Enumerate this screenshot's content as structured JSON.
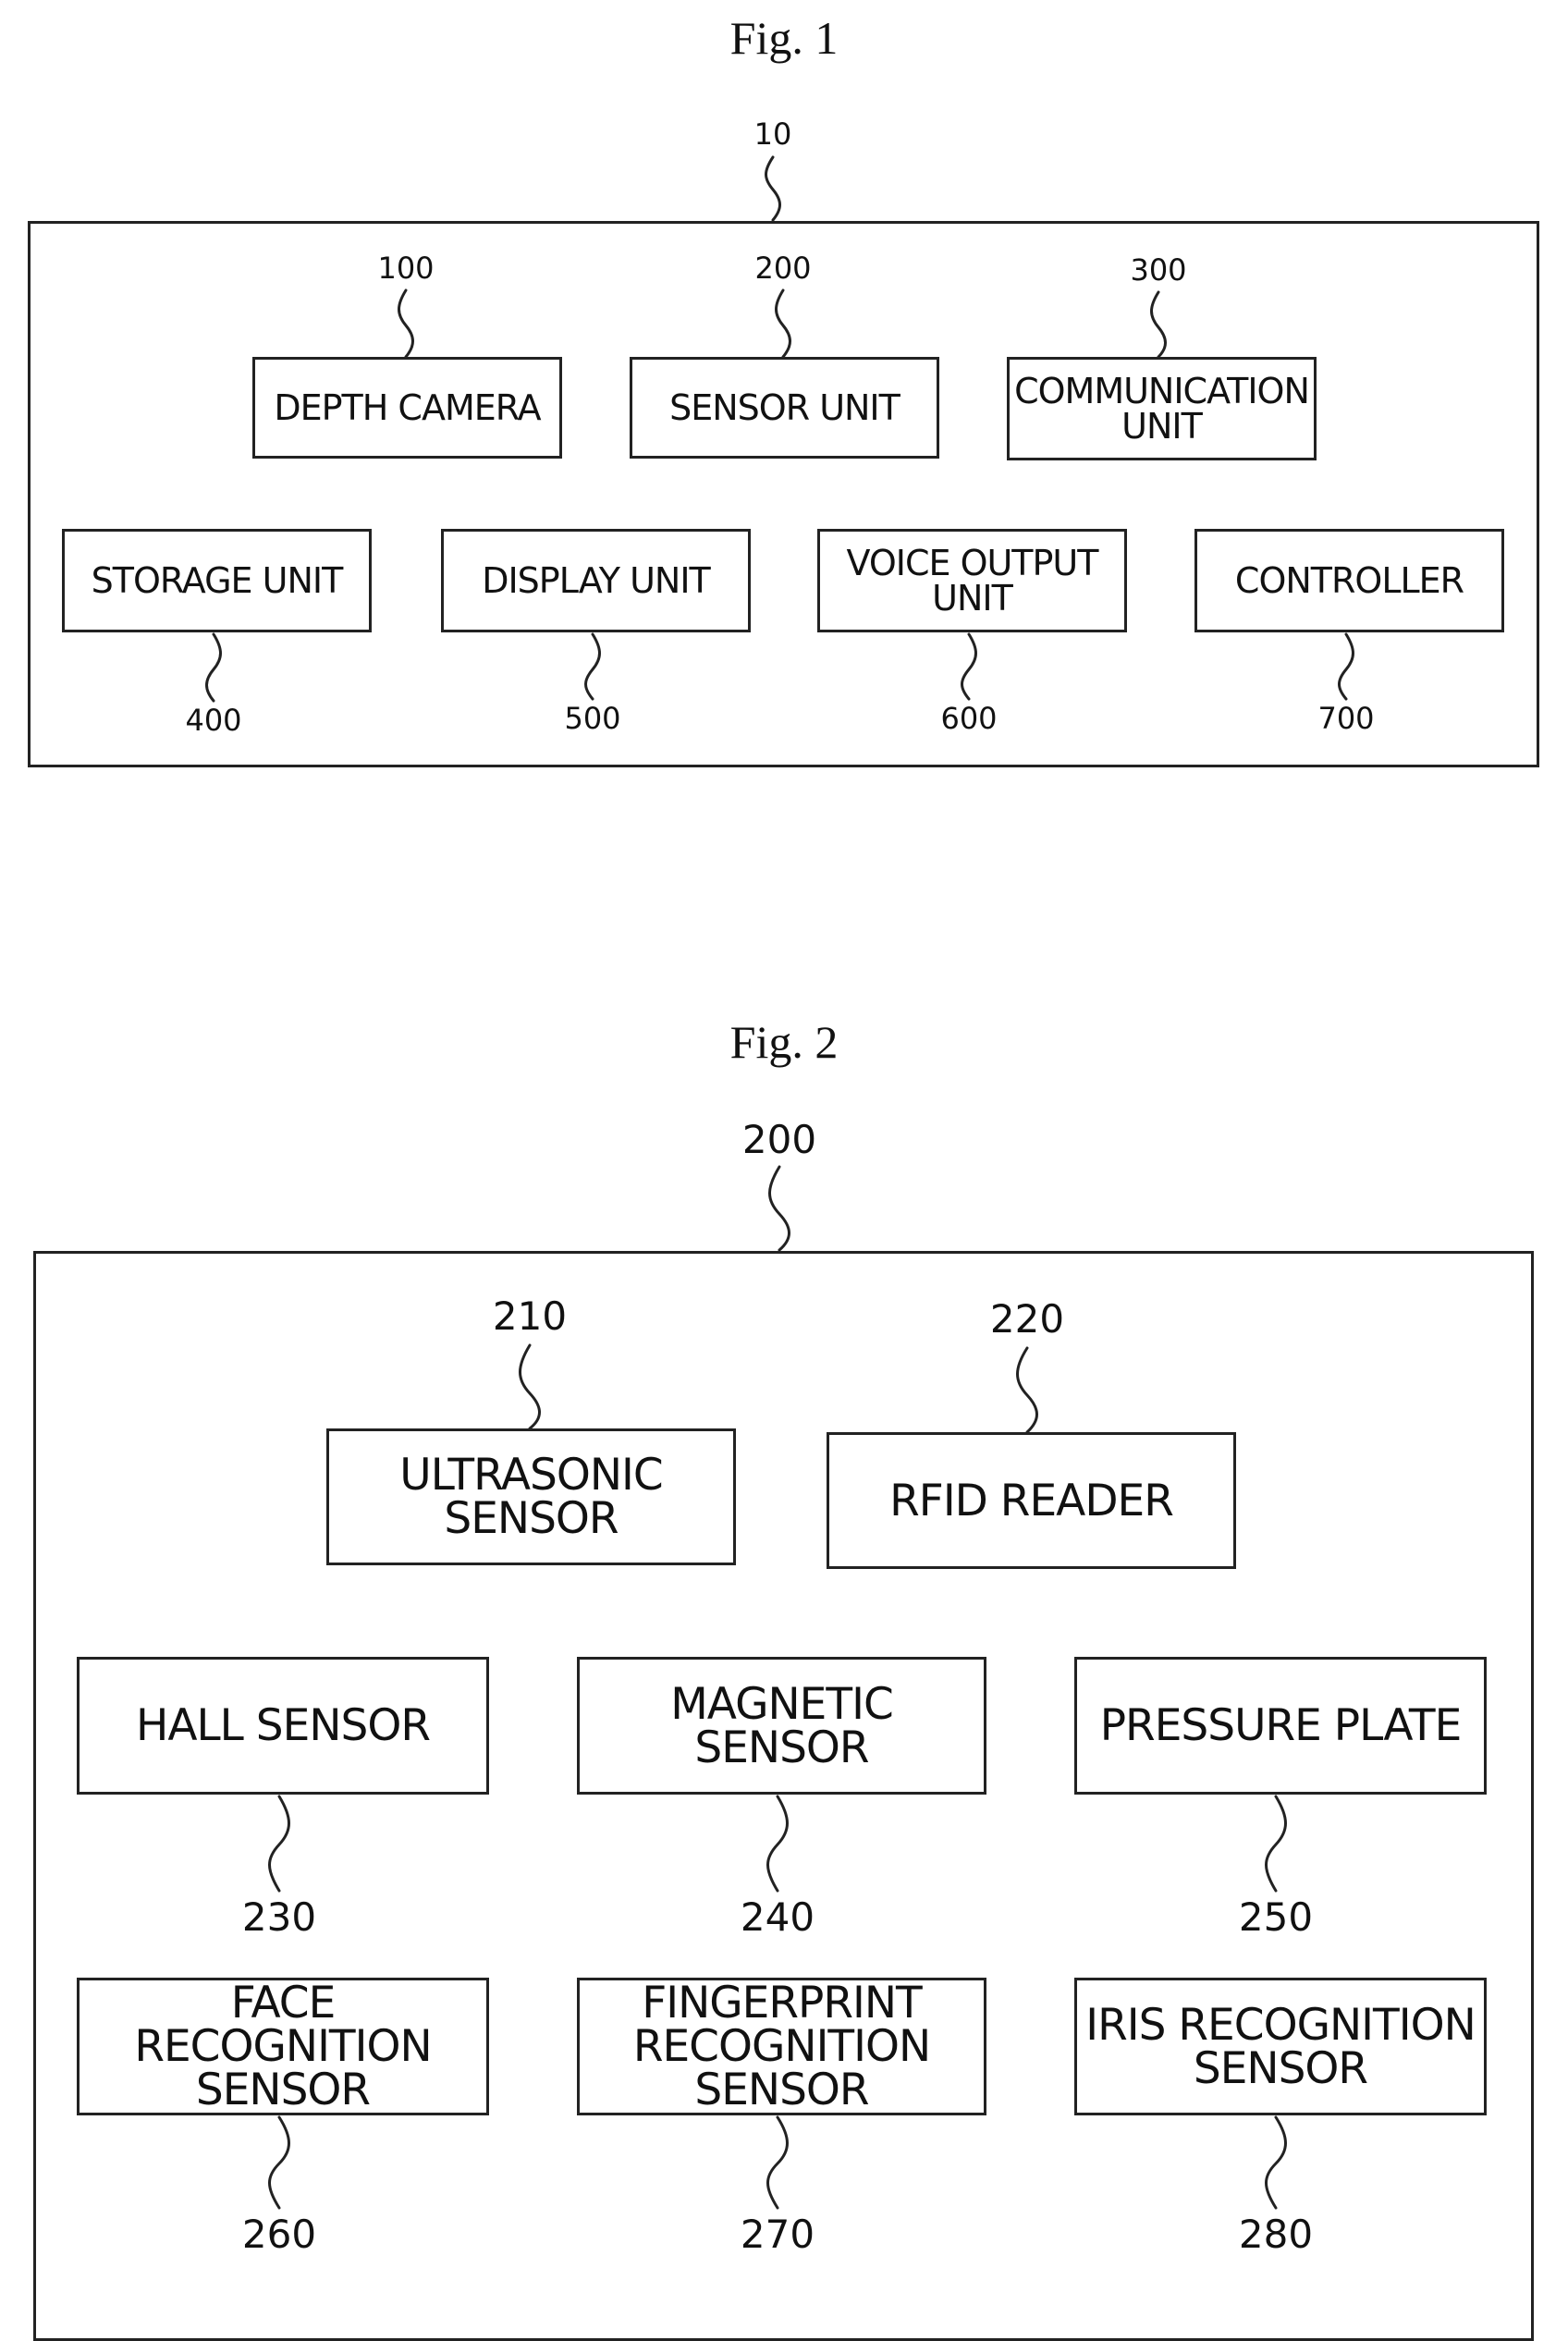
{
  "fig1": {
    "title": "Fig. 1",
    "ref": "10",
    "blocks": {
      "depth_camera": {
        "label": "DEPTH CAMERA",
        "ref": "100"
      },
      "sensor_unit": {
        "label": "SENSOR UNIT",
        "ref": "200"
      },
      "communication_unit": {
        "label": "COMMUNICATION\nUNIT",
        "ref": "300"
      },
      "storage_unit": {
        "label": "STORAGE UNIT",
        "ref": "400"
      },
      "display_unit": {
        "label": "DISPLAY UNIT",
        "ref": "500"
      },
      "voice_output_unit": {
        "label": "VOICE OUTPUT\nUNIT",
        "ref": "600"
      },
      "controller": {
        "label": "CONTROLLER",
        "ref": "700"
      }
    }
  },
  "fig2": {
    "title": "Fig. 2",
    "ref": "200",
    "blocks": {
      "ultrasonic_sensor": {
        "label": "ULTRASONIC\nSENSOR",
        "ref": "210"
      },
      "rfid_reader": {
        "label": "RFID READER",
        "ref": "220"
      },
      "hall_sensor": {
        "label": "HALL SENSOR",
        "ref": "230"
      },
      "magnetic_sensor": {
        "label": "MAGNETIC SENSOR",
        "ref": "240"
      },
      "pressure_plate": {
        "label": "PRESSURE PLATE",
        "ref": "250"
      },
      "face_recognition_sensor": {
        "label": "FACE RECOGNITION\nSENSOR",
        "ref": "260"
      },
      "fingerprint_recognition_sensor": {
        "label": "FINGERPRINT\nRECOGNITION\nSENSOR",
        "ref": "270"
      },
      "iris_recognition_sensor": {
        "label": "IRIS RECOGNITION\nSENSOR",
        "ref": "280"
      }
    }
  }
}
